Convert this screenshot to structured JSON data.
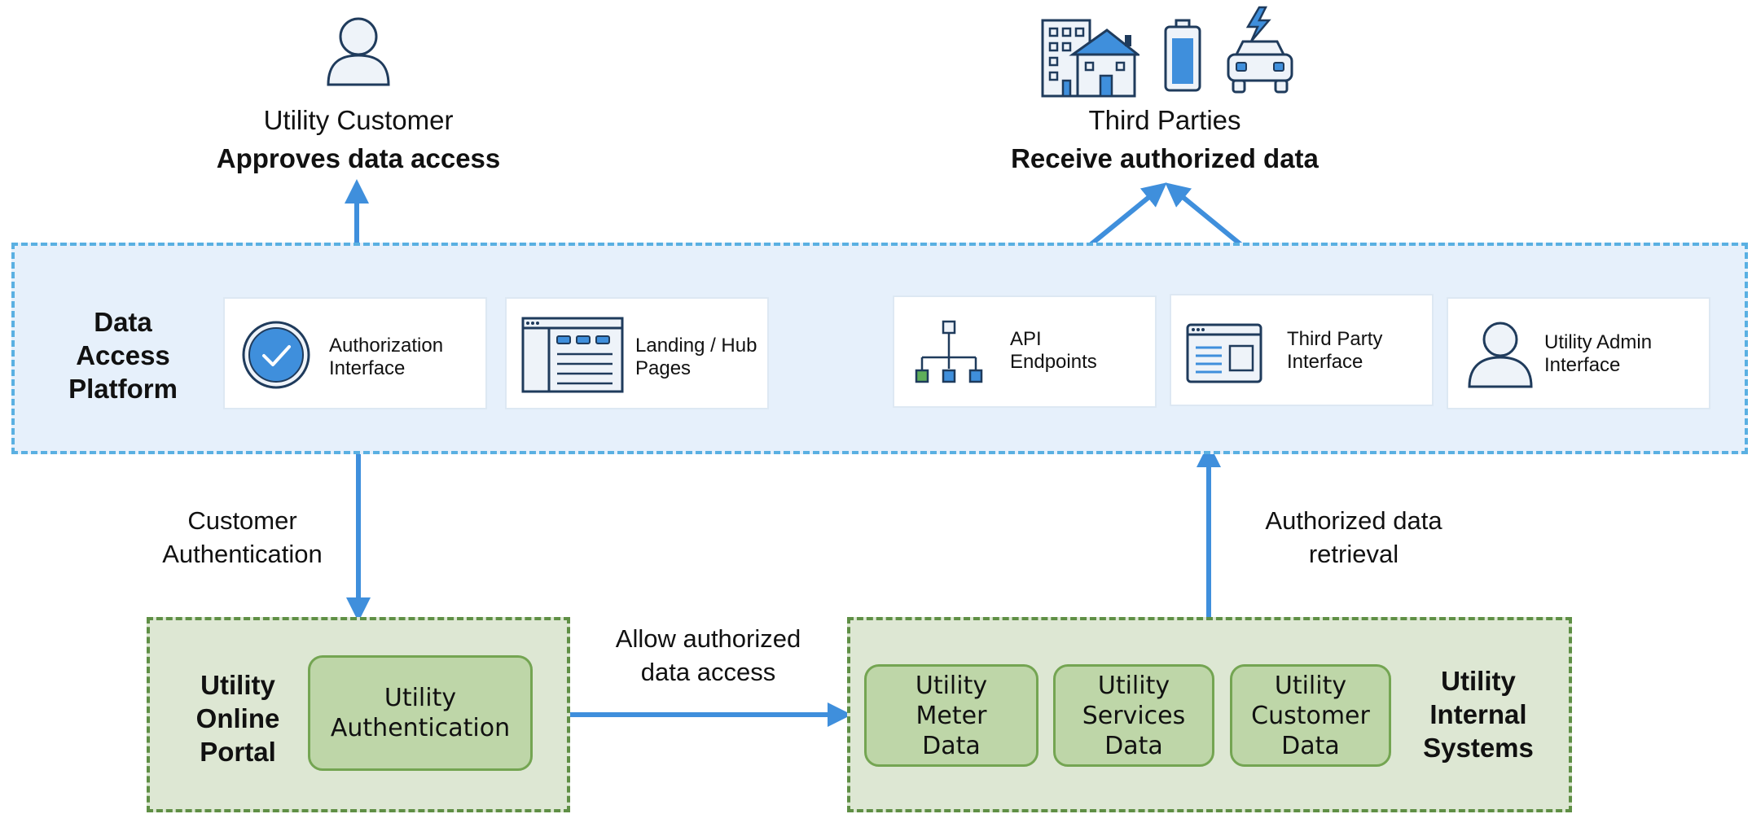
{
  "actors": {
    "customer": {
      "title": "Utility Customer",
      "subtitle": "Approves data access",
      "icon": "person-icon"
    },
    "third_parties": {
      "title": "Third Parties",
      "subtitle": "Receive authorized data",
      "icons": [
        "buildings-icon",
        "battery-icon",
        "electric-car-icon"
      ]
    }
  },
  "platform": {
    "label": "Data Access Platform",
    "cards": [
      {
        "label": "Authorization Interface",
        "icon": "checkmark-circle-icon"
      },
      {
        "label": "Landing / Hub Pages",
        "icon": "web-page-icon"
      },
      {
        "label": "API Endpoints",
        "icon": "hierarchy-icon"
      },
      {
        "label": "Third Party Interface",
        "icon": "browser-window-icon"
      },
      {
        "label": "Utility Admin Interface",
        "icon": "person-icon"
      }
    ]
  },
  "portal": {
    "label": "Utility Online Portal",
    "box": "Utility Authentication"
  },
  "internal": {
    "label": "Utility Internal Systems",
    "boxes": [
      "Utility Meter Data",
      "Utility Services Data",
      "Utility Customer Data"
    ]
  },
  "flows": {
    "customer_auth": "Customer Authentication",
    "allow_access": "Allow authorized data access",
    "retrieval": "Authorized data retrieval"
  },
  "colors": {
    "arrow": "#3f8fdc",
    "platform_fill": "#e6f0fb",
    "platform_border": "#5ab0e2",
    "green_fill": "#dde7d3",
    "green_box": "#bed6a8",
    "green_border": "#5f8f45",
    "icon_navy": "#1f3b5c",
    "icon_blue": "#3f8fdc",
    "icon_green": "#5fae5a"
  }
}
